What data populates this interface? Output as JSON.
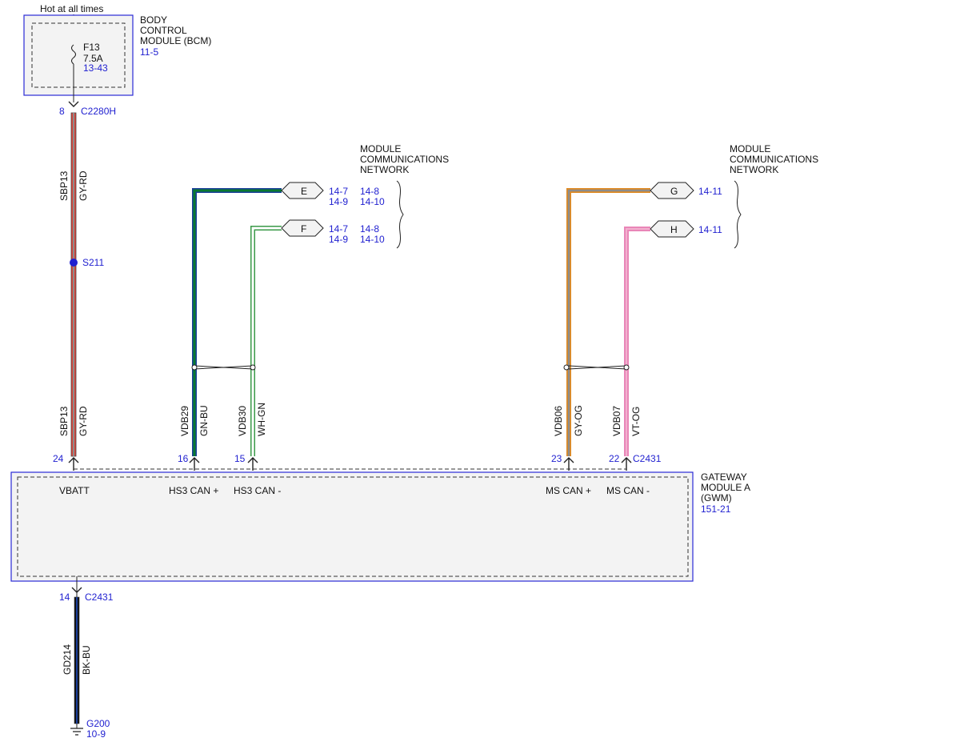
{
  "colors": {
    "ref_blue": "#1f1fd0",
    "module_fill": "#f3f3f3",
    "module_border": "#2b2bd6",
    "gy_rd": [
      "#8c8c8c",
      "#d9453b"
    ],
    "gn_bu": [
      "#0a7a2f",
      "#1a3e9a"
    ],
    "wh_gn": [
      "#ffffff",
      "#3a9a48"
    ],
    "gy_og": [
      "#8c8c8c",
      "#e08a22"
    ],
    "vt_og": [
      "#e986b8",
      "#e08a22"
    ],
    "bk_bu": [
      "#101010",
      "#1a3e9a"
    ]
  },
  "supply": {
    "label": "Hot at all times"
  },
  "bcm": {
    "name_lines": [
      "BODY",
      "CONTROL",
      "MODULE (BCM)"
    ],
    "ref": "11-5",
    "fuse": {
      "name": "F13",
      "rating": "7.5A",
      "ref": "13-43"
    },
    "pin": "8",
    "connector": "C2280H"
  },
  "wires": {
    "sbp13": {
      "circuit": "SBP13",
      "color": "GY-RD",
      "splice": "S211",
      "pin": "24"
    },
    "vdb29": {
      "circuit": "VDB29",
      "color": "GN-BU",
      "pin": "16"
    },
    "vdb30": {
      "circuit": "VDB30",
      "color": "WH-GN",
      "pin": "15"
    },
    "vdb06": {
      "circuit": "VDB06",
      "color": "GY-OG",
      "pin": "23"
    },
    "vdb07": {
      "circuit": "VDB07",
      "color": "VT-OG",
      "pin": "22",
      "connector": "C2431"
    },
    "gd214": {
      "circuit": "GD214",
      "color": "BK-BU",
      "pin": "14",
      "connector": "C2431"
    }
  },
  "networks": {
    "left_title": [
      "MODULE",
      "COMMUNICATIONS",
      "NETWORK"
    ],
    "right_title": [
      "MODULE",
      "COMMUNICATIONS",
      "NETWORK"
    ],
    "E": {
      "tag": "E",
      "refs_row1": [
        "14-7",
        "14-8"
      ],
      "refs_row2": [
        "14-9",
        "14-10"
      ]
    },
    "F": {
      "tag": "F",
      "refs_row1": [
        "14-7",
        "14-8"
      ],
      "refs_row2": [
        "14-9",
        "14-10"
      ]
    },
    "G": {
      "tag": "G",
      "ref": "14-11"
    },
    "H": {
      "tag": "H",
      "ref": "14-11"
    }
  },
  "gwm": {
    "name_lines": [
      "GATEWAY",
      "MODULE A",
      "(GWM)"
    ],
    "ref": "151-21",
    "pins": {
      "vbatt": "VBATT",
      "hs3_plus": "HS3 CAN +",
      "hs3_minus": "HS3 CAN -",
      "ms_plus": "MS CAN +",
      "ms_minus": "MS CAN -"
    }
  },
  "ground": {
    "name": "G200",
    "ref": "10-9"
  }
}
